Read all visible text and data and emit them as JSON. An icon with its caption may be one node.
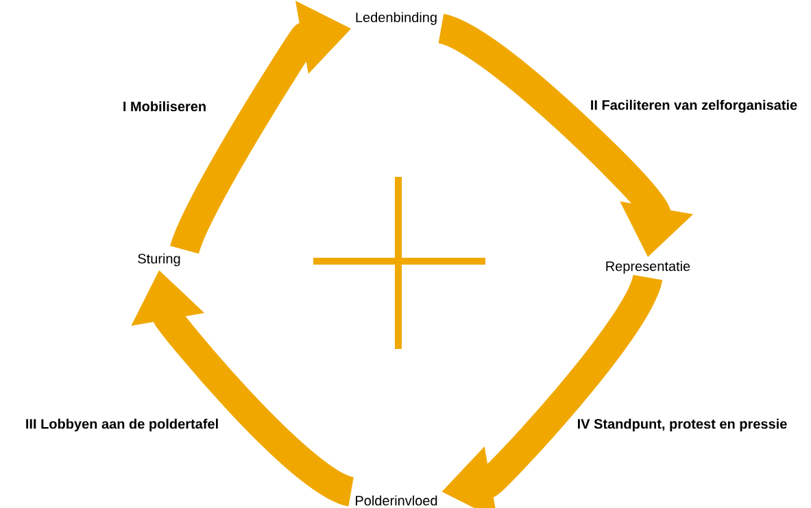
{
  "diagram": {
    "nodes": [
      {
        "text": [
          "Ledenbinding"
        ]
      },
      {
        "text": [
          "Representatie"
        ]
      },
      {
        "text": [
          "Polderinvloed"
        ]
      },
      {
        "text": [
          "Sturing"
        ]
      }
    ],
    "edges": [
      {
        "from": 3,
        "to": 0,
        "arrow": "to",
        "label": "I Mobiliseren"
      },
      {
        "from": 0,
        "to": 1,
        "arrow": "to",
        "label": "II Faciliteren van zelforganisatie"
      },
      {
        "from": 1,
        "to": 2,
        "arrow": "to",
        "label": "IV Standpunt, protest en pressie"
      },
      {
        "from": 2,
        "to": 3,
        "arrow": "to",
        "label": "III Lobbyen aan de poldertafel"
      }
    ]
  }
}
